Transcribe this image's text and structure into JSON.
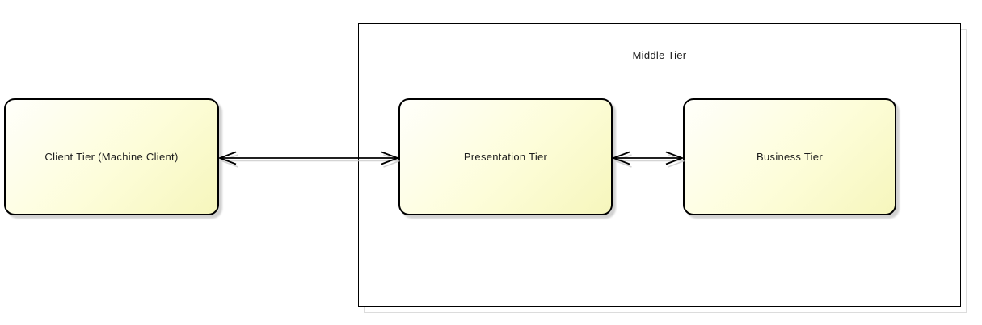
{
  "diagram": {
    "type": "architecture-tier-diagram",
    "container": {
      "id": "middle-tier",
      "label": "Middle Tier",
      "children": [
        "presentation-tier",
        "business-tier"
      ]
    },
    "nodes": [
      {
        "id": "client-tier",
        "label": "Client Tier (Machine Client)"
      },
      {
        "id": "presentation-tier",
        "label": "Presentation Tier"
      },
      {
        "id": "business-tier",
        "label": "Business Tier"
      }
    ],
    "connectors": [
      {
        "id": "client-presentation",
        "from": "client-tier",
        "to": "presentation-tier",
        "style": "double-headed-open-arrow"
      },
      {
        "id": "presentation-business",
        "from": "presentation-tier",
        "to": "business-tier",
        "style": "double-headed-open-arrow"
      }
    ],
    "colors": {
      "background": "#FFFFFF",
      "node_fill_start": "#FFFFFB",
      "node_fill_end": "#F6F6BC",
      "node_border": "#000000",
      "container_border": "#000000",
      "shadow": "#D2D2D2",
      "text": "#1C1C1C"
    }
  }
}
